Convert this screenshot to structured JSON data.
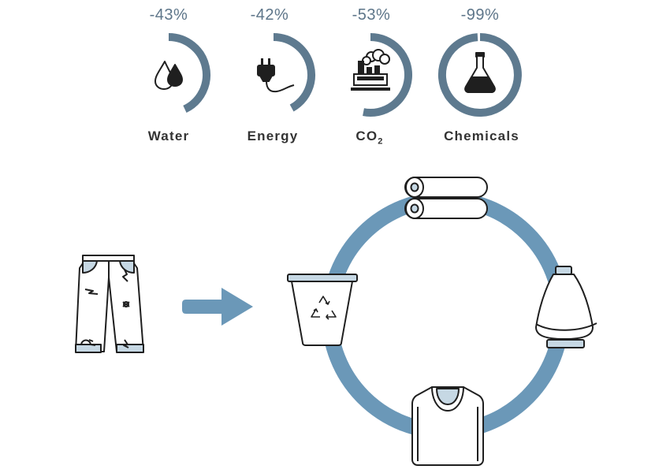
{
  "colors": {
    "gauge": "#5e7a8f",
    "cycle": "#6b98b8",
    "arrow": "#6b98b8",
    "stroke": "#1f1f1f",
    "light_fill": "#c6d8e4",
    "text_pct": "#5d7589",
    "text_label": "#333333"
  },
  "metrics": [
    {
      "value": "-43%",
      "label": "Water",
      "reduction": 0.43,
      "icon": "water-drops-icon"
    },
    {
      "value": "-42%",
      "label": "Energy",
      "reduction": 0.42,
      "icon": "plug-icon"
    },
    {
      "value": "-53%",
      "label": "CO",
      "label_sub": "2",
      "reduction": 0.53,
      "icon": "factory-icon"
    },
    {
      "value": "-99%",
      "label": "Chemicals",
      "reduction": 0.99,
      "icon": "flask-icon"
    }
  ],
  "process": {
    "input": "jeans-icon",
    "direction": "arrow-right-icon",
    "cycle_steps": [
      "fabric-rolls-icon",
      "yarn-cone-icon",
      "tshirt-icon",
      "recycle-bin-icon"
    ]
  }
}
